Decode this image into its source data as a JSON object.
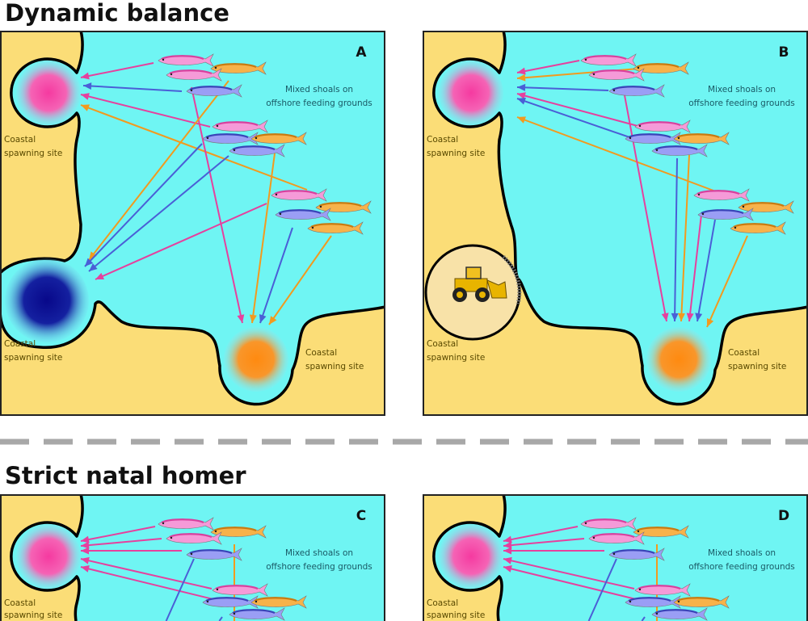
{
  "sections": [
    {
      "title": "Dynamic balance"
    },
    {
      "title": "Strict natal homer"
    }
  ],
  "panels": [
    {
      "letter": "A",
      "variant": "all-sites"
    },
    {
      "letter": "B",
      "variant": "site-destroyed"
    },
    {
      "letter": "C",
      "variant": "natal"
    },
    {
      "letter": "D",
      "variant": "natal"
    }
  ],
  "labels": {
    "shoals_line1": "Mixed shoals on",
    "shoals_line2": "offshore feeding grounds",
    "site_line1": "Coastal",
    "site_line2": "spawning site"
  },
  "icons": [
    "fish-icon",
    "bulldozer-icon",
    "arrow-icon"
  ],
  "colors": {
    "land": "#fbdd77",
    "water": "#6ff5f3",
    "pink": "#e6409e",
    "blue": "#4a5fd6",
    "orange": "#f29a1e",
    "navy": "#0a0a8c",
    "divider": "#a8a8a8",
    "label_text": "#5a4a00",
    "shoal_text": "#1a5a66"
  }
}
